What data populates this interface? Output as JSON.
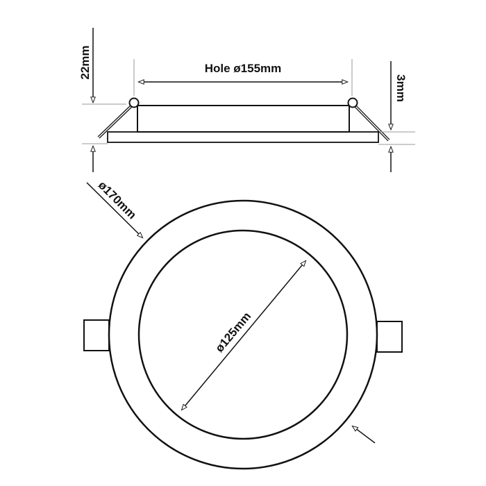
{
  "side_view": {
    "hole_label": "Hole ø155mm",
    "height_label": "22mm",
    "flange_label": "3mm"
  },
  "front_view": {
    "outer_label": "ø170mm",
    "inner_label": "ø125mm"
  },
  "colors": {
    "line": "#111111",
    "guide": "#999999"
  }
}
